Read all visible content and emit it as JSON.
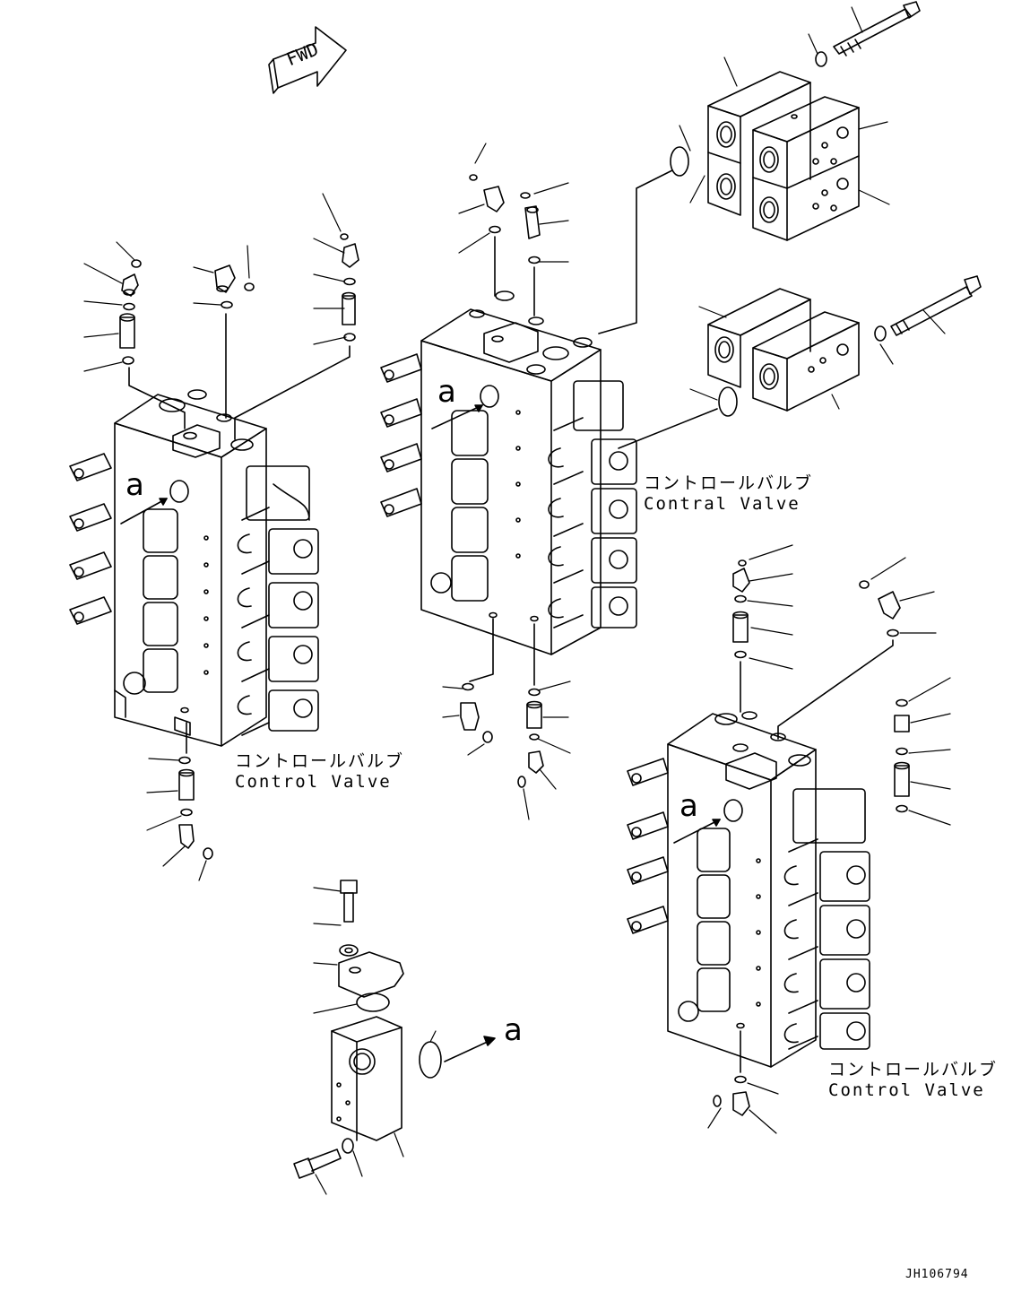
{
  "direction_marker": {
    "label": "FWD"
  },
  "detail_ref": "a",
  "callouts": [
    {
      "jp": "コントロールバルブ",
      "en": "Contral Valve"
    },
    {
      "jp": "コントロールバルブ",
      "en": "Control Valve"
    },
    {
      "jp": "コントロールバルブ",
      "en": "Control Valve"
    }
  ],
  "drawing_number": "JH106794"
}
